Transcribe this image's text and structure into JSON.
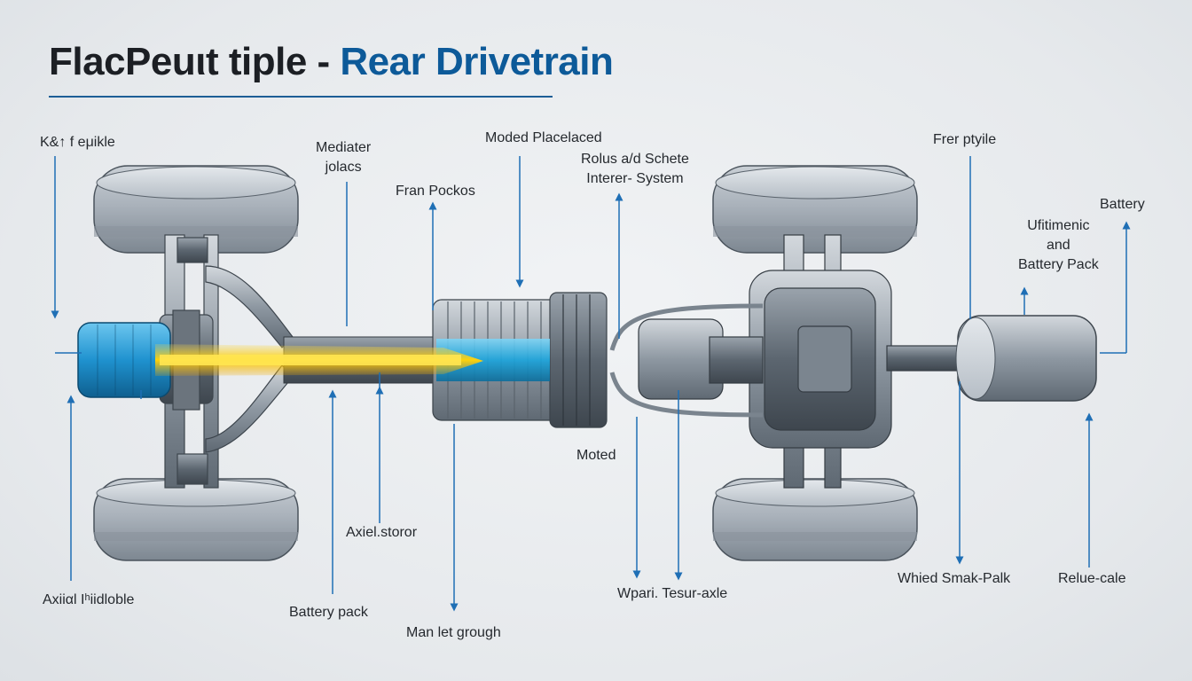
{
  "title": {
    "part1": "FlacPeuιt tiple -",
    "part2": "Rear Drivetrain"
  },
  "colors": {
    "accent": "#0d5a99",
    "leader": "#1f6fb5",
    "metal": "#9aa3ad",
    "motor_blue": "#2a9fd6",
    "energy": "#f4c20d"
  },
  "labels": [
    {
      "key": "kg",
      "text": "K&↑ f eμikle"
    },
    {
      "key": "mediater",
      "text": "Mediater\njolacs"
    },
    {
      "key": "moded",
      "text": "Moded Placelaced"
    },
    {
      "key": "rolus",
      "text": "Rolus a/d Schete\nInterer- System"
    },
    {
      "key": "fran",
      "text": "Fran Pockos"
    },
    {
      "key": "frer",
      "text": "Frer ptyile"
    },
    {
      "key": "battery",
      "text": "Battery"
    },
    {
      "key": "ufit",
      "text": "Ufitimenic\nand\nBattery Pack"
    },
    {
      "key": "moted",
      "text": "Moted"
    },
    {
      "key": "axielstoror",
      "text": "Axiel.storor"
    },
    {
      "key": "axiiml",
      "text": "Axiiαl Iʰiidloble"
    },
    {
      "key": "batterypack",
      "text": "Battery pack"
    },
    {
      "key": "manlet",
      "text": "Man let grough"
    },
    {
      "key": "wpari",
      "text": "Wpari. Tesur-axle"
    },
    {
      "key": "whied",
      "text": "Whied Smak-Palk"
    },
    {
      "key": "relue",
      "text": "Relue-cale"
    }
  ]
}
